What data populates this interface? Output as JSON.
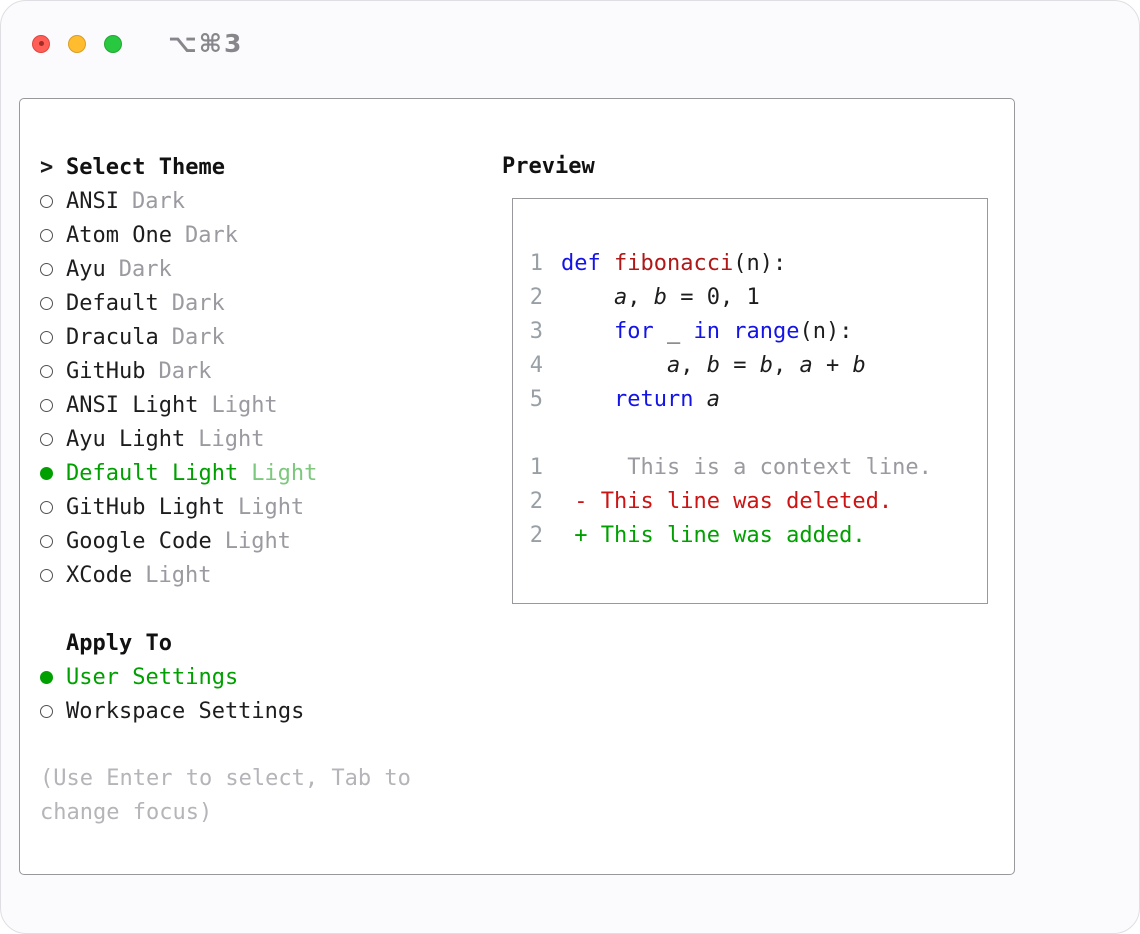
{
  "window": {
    "title": "⌥⌘3"
  },
  "theme_selector": {
    "prompt": ">",
    "title": "Select Theme",
    "items": [
      {
        "name": "ANSI",
        "variant": "Dark",
        "selected": false
      },
      {
        "name": "Atom One",
        "variant": "Dark",
        "selected": false
      },
      {
        "name": "Ayu",
        "variant": "Dark",
        "selected": false
      },
      {
        "name": "Default",
        "variant": "Dark",
        "selected": false
      },
      {
        "name": "Dracula",
        "variant": "Dark",
        "selected": false
      },
      {
        "name": "GitHub",
        "variant": "Dark",
        "selected": false
      },
      {
        "name": "ANSI Light",
        "variant": "Light",
        "selected": false
      },
      {
        "name": "Ayu Light",
        "variant": "Light",
        "selected": false
      },
      {
        "name": "Default Light",
        "variant": "Light",
        "selected": true
      },
      {
        "name": "GitHub Light",
        "variant": "Light",
        "selected": false
      },
      {
        "name": "Google Code",
        "variant": "Light",
        "selected": false
      },
      {
        "name": "XCode",
        "variant": "Light",
        "selected": false
      }
    ]
  },
  "apply_to": {
    "title": "Apply To",
    "options": [
      {
        "label": "User Settings",
        "selected": true
      },
      {
        "label": "Workspace Settings",
        "selected": false
      }
    ]
  },
  "hint": "(Use Enter to select, Tab to change focus)",
  "preview": {
    "title": "Preview",
    "lines": [
      {
        "num": "1",
        "tokens": [
          {
            "t": "kw",
            "s": "def"
          },
          {
            "t": "plain",
            "s": " "
          },
          {
            "t": "fn",
            "s": "fibonacci"
          },
          {
            "t": "plain",
            "s": "(n):"
          }
        ]
      },
      {
        "num": "2",
        "tokens": [
          {
            "t": "plain",
            "s": "    "
          },
          {
            "t": "var",
            "s": "a"
          },
          {
            "t": "plain",
            "s": ", "
          },
          {
            "t": "var",
            "s": "b"
          },
          {
            "t": "plain",
            "s": " = 0, 1"
          }
        ]
      },
      {
        "num": "3",
        "tokens": [
          {
            "t": "plain",
            "s": "    "
          },
          {
            "t": "kw",
            "s": "for"
          },
          {
            "t": "plain",
            "s": " _ "
          },
          {
            "t": "kw",
            "s": "in"
          },
          {
            "t": "plain",
            "s": " "
          },
          {
            "t": "kw",
            "s": "range"
          },
          {
            "t": "plain",
            "s": "(n):"
          }
        ]
      },
      {
        "num": "4",
        "tokens": [
          {
            "t": "plain",
            "s": "        "
          },
          {
            "t": "var",
            "s": "a"
          },
          {
            "t": "plain",
            "s": ", "
          },
          {
            "t": "var",
            "s": "b"
          },
          {
            "t": "plain",
            "s": " = "
          },
          {
            "t": "var",
            "s": "b"
          },
          {
            "t": "plain",
            "s": ", "
          },
          {
            "t": "var",
            "s": "a"
          },
          {
            "t": "plain",
            "s": " + "
          },
          {
            "t": "var",
            "s": "b"
          }
        ]
      },
      {
        "num": "5",
        "tokens": [
          {
            "t": "plain",
            "s": "    "
          },
          {
            "t": "kw",
            "s": "return"
          },
          {
            "t": "plain",
            "s": " "
          },
          {
            "t": "var",
            "s": "a"
          }
        ]
      },
      {
        "num": "",
        "tokens": []
      },
      {
        "num": "1",
        "tokens": [
          {
            "t": "context",
            "s": "     This is a context line."
          }
        ]
      },
      {
        "num": "2",
        "tokens": [
          {
            "t": "deleted",
            "s": " - This line was deleted."
          }
        ]
      },
      {
        "num": "2",
        "tokens": [
          {
            "t": "added",
            "s": " + This line was added."
          }
        ]
      }
    ]
  },
  "colors": {
    "accent-green": "#00a000",
    "accent-green-soft": "#7cc87c",
    "keyword": "#1414e6",
    "function": "#b01818",
    "deleted": "#cc1414",
    "added": "#00a000",
    "muted": "#9a9aa0",
    "line-number": "#98a0a6",
    "hint": "#b4b4b9"
  }
}
